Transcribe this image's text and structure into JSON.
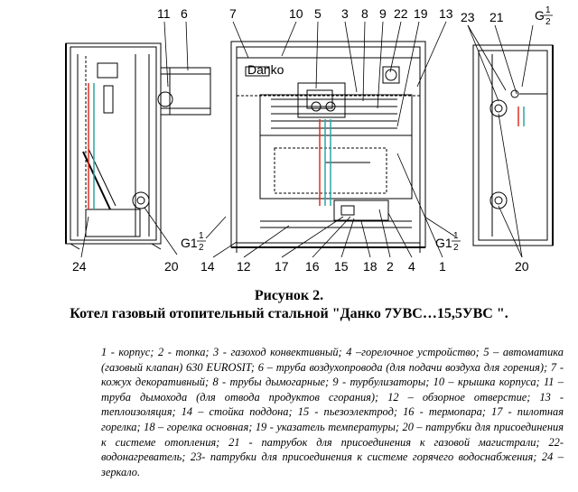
{
  "figure": {
    "number": "Рисунок 2.",
    "title": "Котел газовый отопительный стальной \"Данко 7УВС…15,5УВС \".",
    "brand_plate": "Danko"
  },
  "callouts": [
    "24",
    "20",
    "14",
    "12",
    "17",
    "16",
    "15",
    "18",
    "2",
    "4",
    "1",
    "20",
    "11",
    "6",
    "7",
    "10",
    "5",
    "3",
    "8",
    "9",
    "22",
    "19",
    "13",
    "23",
    "21"
  ],
  "pipe_labels": {
    "left": {
      "g": "G1",
      "num": "1",
      "den": "2"
    },
    "center": {
      "g": "G1",
      "num": "1",
      "den": "2"
    },
    "top_right": {
      "g": "G",
      "num": "1",
      "den": "2"
    }
  },
  "legend": "1 - корпус; 2 - топка;  3 - газоход конвективный; 4 –горелочное  устройство; 5 – автоматика (газовый клапан) 630 EUROSIT; 6 – труба воздухопровода (для подачи воздуха для горения); 7 - кожух декоративный; 8 - трубы дымогарные; 9 - турбулизаторы; 10 – крышка корпуса; 11 – труба дымохода (для отвода продуктов сгорания); 12 – обзорное отверстие; 13 - теплоизоляция; 14 – стойка  поддона; 15 - пьезоэлектрод; 16 - термопара; 17 - пилотная горелка; 18 – горелка основная; 19 - указатель температуры; 20 – патрубки для присоединения к системе отопления; 21 - патрубок для присоединения к газовой магистрали; 22- водонагреватель; 23- патрубки для присоединения к системе горячего водоснабжения; 24 – зеркало.",
  "colors": {
    "gas_line": "#e03020",
    "water_line": "#2aa6a6",
    "line": "#000000"
  }
}
